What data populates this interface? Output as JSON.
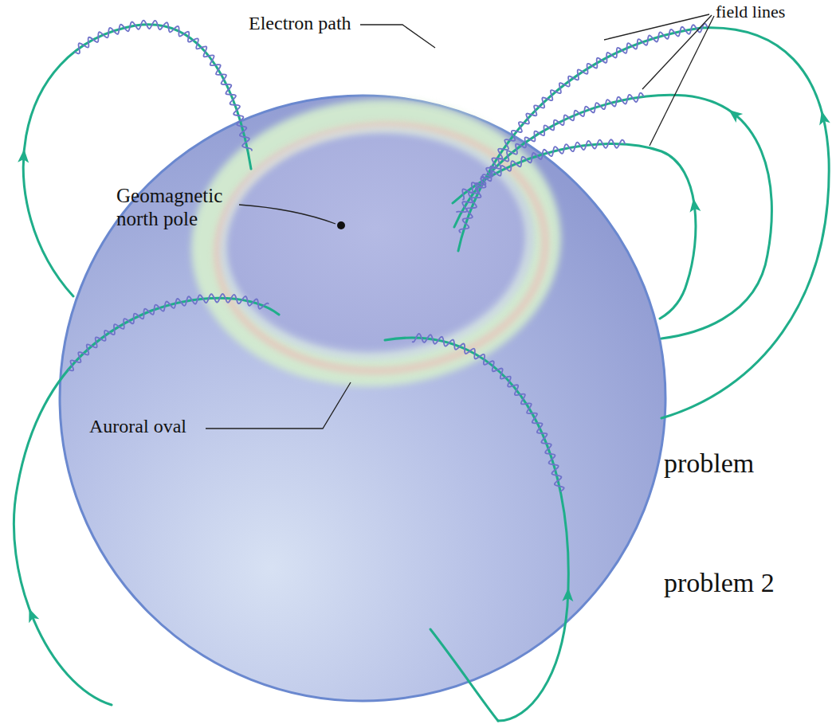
{
  "diagram": {
    "labels": [
      "Electron path",
      "field lines",
      "Geomagnetic north pole",
      "Auroral oval",
      "problem",
      "problem 2"
    ]
  }
}
